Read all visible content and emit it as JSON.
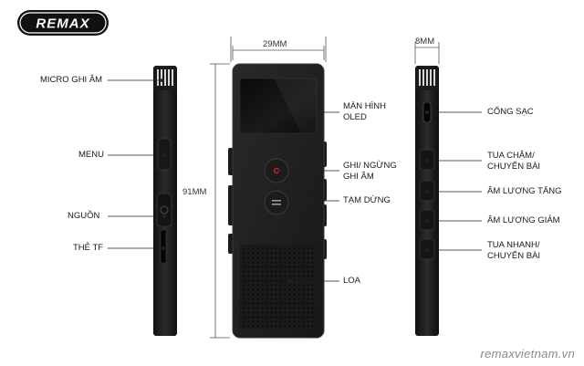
{
  "brand": {
    "logo_text": "REMAX"
  },
  "dimensions": {
    "width": "29MM",
    "height": "91MM",
    "depth": "8MM"
  },
  "left_labels": {
    "mic": "MICRO GHI ÂM",
    "menu": "MENU",
    "power": "NGUỒN",
    "tf": "THẺ TF"
  },
  "front_labels": {
    "screen_1": "MÀN HÌNH",
    "screen_2": "OLED",
    "record_1": "GHI/ NGỪNG",
    "record_2": "GHI ÂM",
    "pause": "TẠM DỪNG",
    "speaker": "LOA"
  },
  "right_labels": {
    "charge": "CỔNG SẠC",
    "rewind_1": "TUA CHẬM/",
    "rewind_2": "CHUYỂN BÀI",
    "vol_up": "ÂM LƯỢNG TĂNG",
    "vol_down": "ÂM LƯỢNG GIẢM",
    "forward_1": "TUA NHANH/",
    "forward_2": "CHUYỂN BÀI"
  },
  "watermark": "remaxvietnam.vn",
  "colors": {
    "body": "#1e1e1e",
    "edge": "#2c2c2c",
    "record": "#e01b1b",
    "accent": "#111111"
  }
}
